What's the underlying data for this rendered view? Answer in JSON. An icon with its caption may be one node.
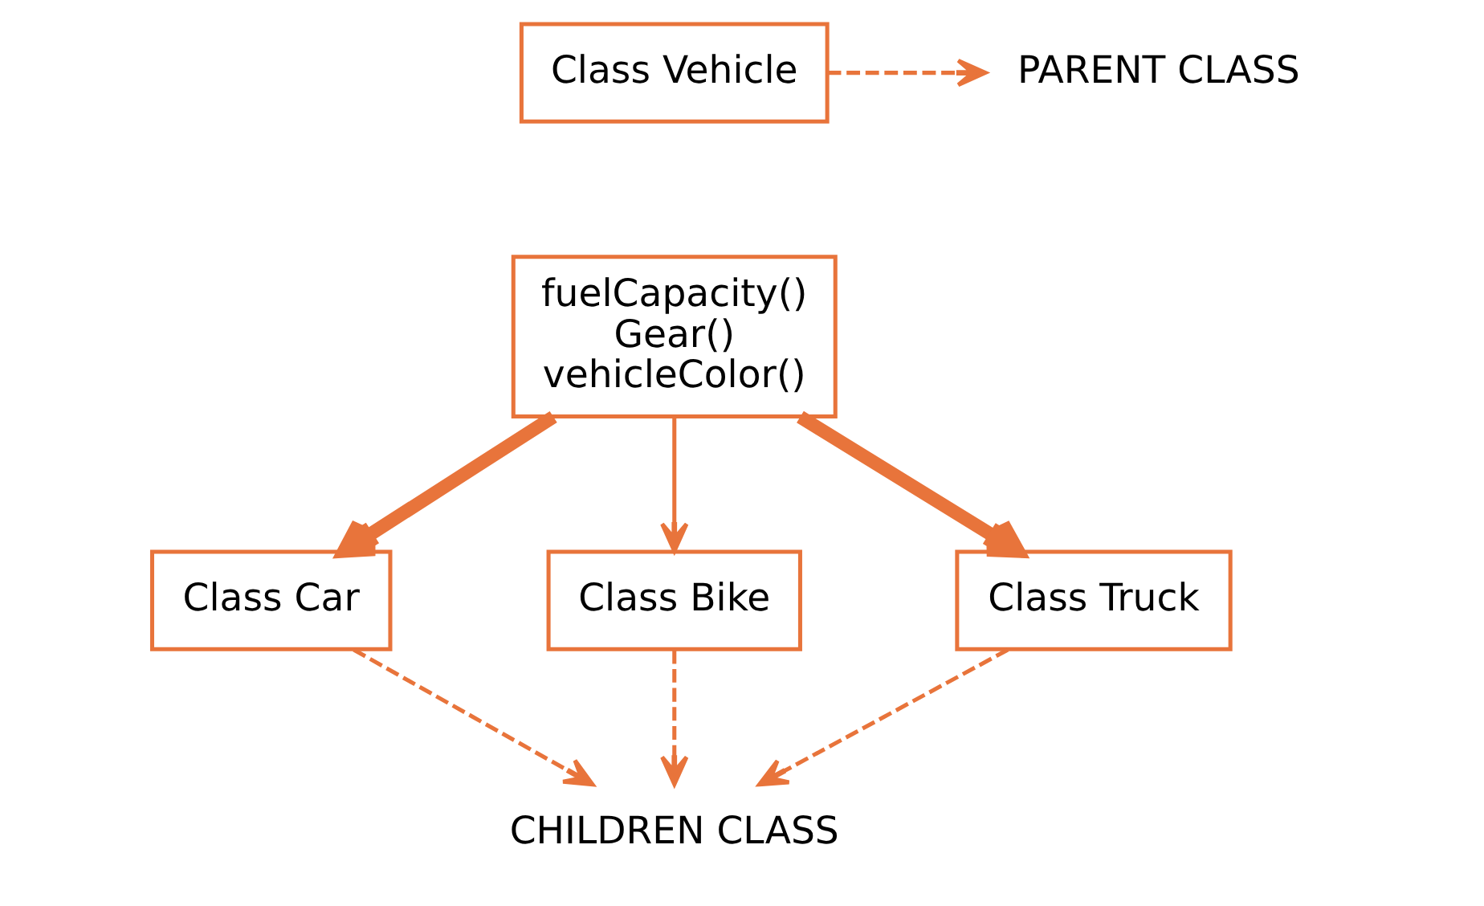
{
  "diagram": {
    "nodes": [
      {
        "text": [
          "Class Vehicle"
        ]
      },
      {
        "text": [
          "PARENT CLASS"
        ]
      },
      {
        "text": [
          "fuelCapacity()",
          "Gear()",
          "vehicleColor()"
        ]
      },
      {
        "text": [
          "Class Car"
        ]
      },
      {
        "text": [
          "Class Bike"
        ]
      },
      {
        "text": [
          "Class Truck"
        ]
      },
      {
        "text": [
          "CHILDREN CLASS"
        ]
      }
    ],
    "edges": [
      {
        "from": 0,
        "to": 1,
        "arrow": "to",
        "style": "dashed"
      },
      {
        "from": 2,
        "to": 3,
        "arrow": "to",
        "style": "thick"
      },
      {
        "from": 2,
        "to": 4,
        "arrow": "to"
      },
      {
        "from": 2,
        "to": 5,
        "arrow": "to",
        "style": "thick"
      },
      {
        "from": 3,
        "to": 6,
        "arrow": "to",
        "style": "dashed"
      },
      {
        "from": 4,
        "to": 6,
        "arrow": "to",
        "style": "dashed"
      },
      {
        "from": 5,
        "to": 6,
        "arrow": "to",
        "style": "dashed"
      }
    ]
  }
}
